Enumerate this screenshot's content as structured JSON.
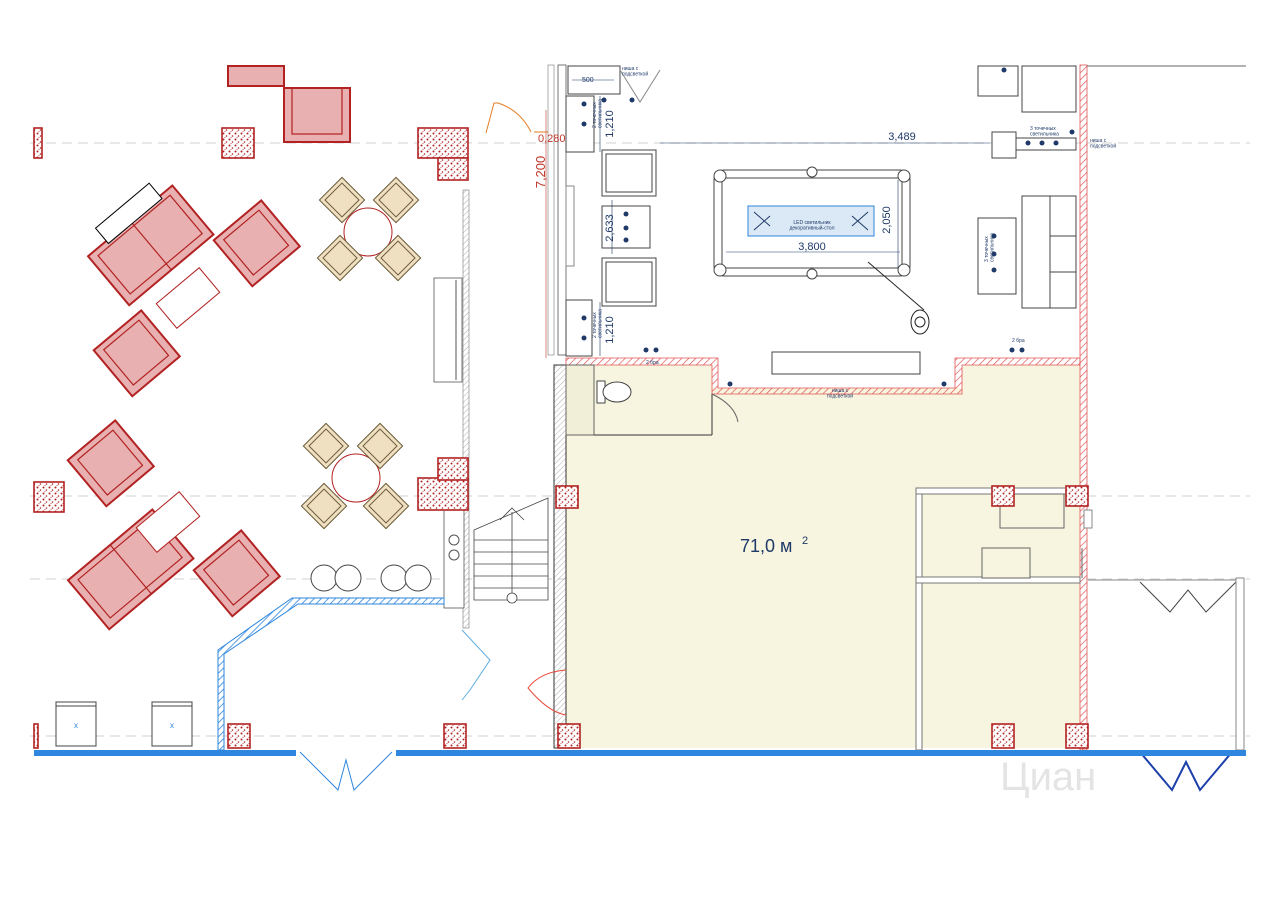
{
  "plan": {
    "area_label": "71,0 м",
    "area_superscript": "2",
    "watermark": "Циан",
    "colors": {
      "room": "#f7f4df",
      "wall_red": "#e05555",
      "sofa_fill": "#e8b0b0",
      "sofa_stroke": "#b22222",
      "chair_fill": "#efe0c2",
      "glass": "#2e86de",
      "dim_text": "#1f3a68"
    }
  },
  "dimensions": {
    "d500": "500",
    "d1210_top": "1,210",
    "d1210_bottom": "1,210",
    "d2633": "2,633",
    "d3489": "3,489",
    "d3800": "3,800",
    "d2050": "2,050",
    "d0280": "0,280",
    "d7200": "7,200"
  },
  "notes": {
    "led_table": "LED светильник\nдекоративный-стол",
    "sconce_pair_top": "2 точечных\nсветильника",
    "sconce_pair_bottom": "2 точечных\nсветильника",
    "sconce_right_top": "3 точечных\nсветильника",
    "sconce_right_mid": "3 точечных\nсветильника",
    "niche_top": "ниша с\nподсветкой",
    "niche_right": "ниша с\nподсветкой",
    "bottom_strip": "ниша с\nподсветкой",
    "small_left": "2 бра",
    "small_right": "2 бра"
  }
}
